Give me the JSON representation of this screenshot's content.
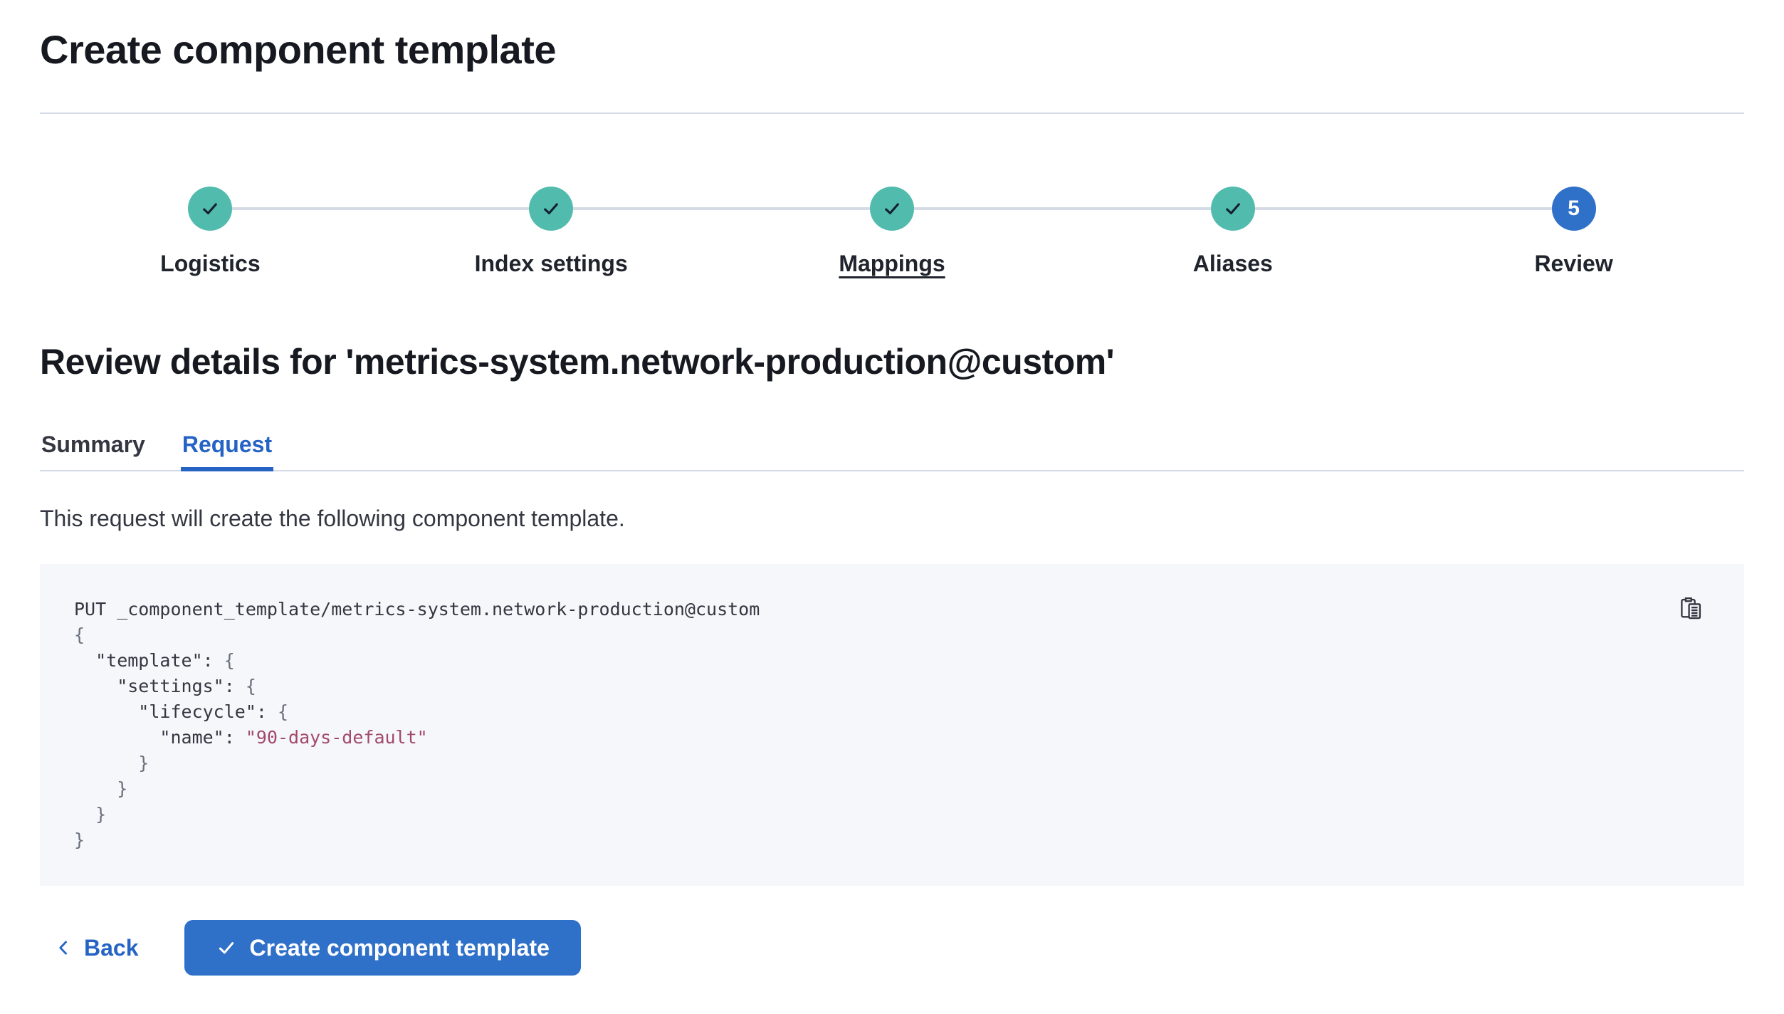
{
  "page": {
    "title": "Create component template"
  },
  "stepper": {
    "steps": [
      {
        "label": "Logistics",
        "state": "complete"
      },
      {
        "label": "Index settings",
        "state": "complete"
      },
      {
        "label": "Mappings",
        "state": "complete",
        "underlined": true
      },
      {
        "label": "Aliases",
        "state": "complete"
      },
      {
        "label": "Review",
        "state": "current",
        "number": "5"
      }
    ]
  },
  "review": {
    "heading": "Review details for 'metrics-system.network-production@custom'",
    "tabs": [
      {
        "label": "Summary",
        "active": false
      },
      {
        "label": "Request",
        "active": true
      }
    ],
    "description": "This request will create the following component template."
  },
  "code_block": {
    "copy_icon": "copy-clipboard-icon",
    "lines": [
      [
        {
          "t": "PUT _component_template/metrics-system.network-production@custom",
          "c": "plain"
        }
      ],
      [
        {
          "t": "{",
          "c": "brace"
        }
      ],
      [
        {
          "t": "  \"template\"",
          "c": "key"
        },
        {
          "t": ": ",
          "c": "plain"
        },
        {
          "t": "{",
          "c": "brace"
        }
      ],
      [
        {
          "t": "    \"settings\"",
          "c": "key"
        },
        {
          "t": ": ",
          "c": "plain"
        },
        {
          "t": "{",
          "c": "brace"
        }
      ],
      [
        {
          "t": "      \"lifecycle\"",
          "c": "key"
        },
        {
          "t": ": ",
          "c": "plain"
        },
        {
          "t": "{",
          "c": "brace"
        }
      ],
      [
        {
          "t": "        \"name\"",
          "c": "key"
        },
        {
          "t": ": ",
          "c": "plain"
        },
        {
          "t": "\"90-days-default\"",
          "c": "string"
        }
      ],
      [
        {
          "t": "      }",
          "c": "brace"
        }
      ],
      [
        {
          "t": "    }",
          "c": "brace"
        }
      ],
      [
        {
          "t": "  }",
          "c": "brace"
        }
      ],
      [
        {
          "t": "}",
          "c": "brace"
        }
      ]
    ]
  },
  "footer": {
    "back_label": "Back",
    "create_label": "Create component template"
  },
  "colors": {
    "primary_button": "#2f70c8",
    "link_blue": "#2563c5",
    "step_complete_teal": "#51bcad",
    "connector_gray": "#d5dbe5",
    "rule_gray": "#d3dae6",
    "code_background": "#f5f7fa",
    "code_text": "#343741",
    "code_string": "#a34a68",
    "heading_text": "#16191f"
  }
}
